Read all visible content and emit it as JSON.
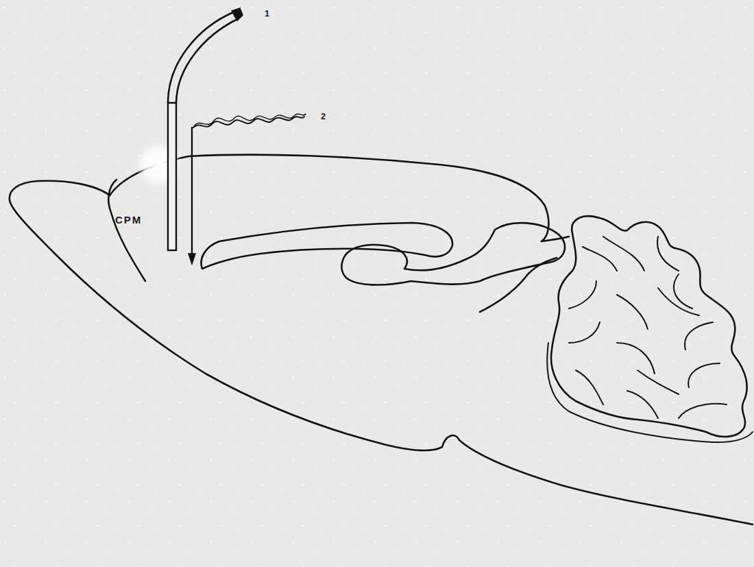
{
  "diagram": {
    "labels": [
      "CPM",
      "1",
      "2"
    ]
  }
}
